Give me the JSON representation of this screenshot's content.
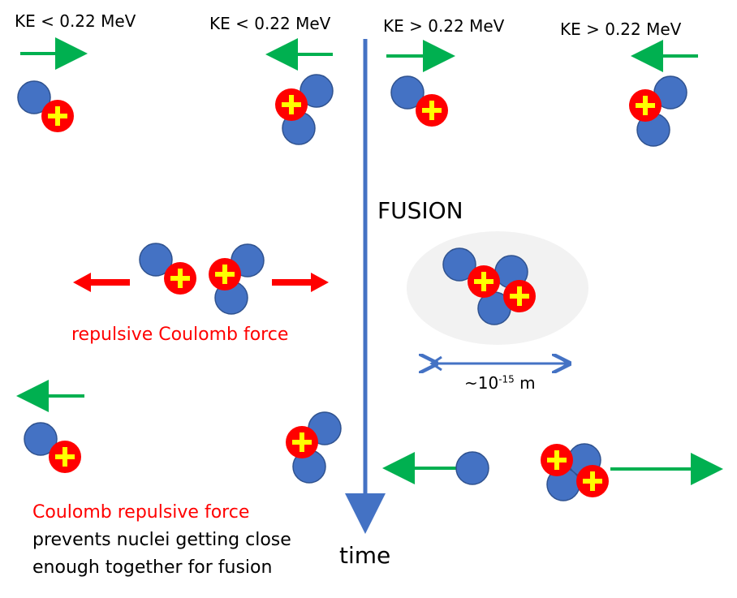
{
  "labels": {
    "ke_left_1": "KE < 0.22 MeV",
    "ke_left_2": "KE < 0.22 MeV",
    "ke_right_1": "KE > 0.22 MeV",
    "ke_right_2": "KE > 0.22 MeV",
    "fusion": "FUSION",
    "scale_prefix": "~10",
    "scale_exp": "-15",
    "scale_unit": " m",
    "repulsive": "repulsive Coulomb force",
    "caption_red": "Coulomb repulsive force",
    "caption_line2": "prevents nuclei getting close",
    "caption_line3": "enough together for fusion",
    "time": "time"
  },
  "colors": {
    "neutron": "#4472c4",
    "neutron_stroke": "#2f528f",
    "proton": "#ff0000",
    "plus": "#ffff00",
    "green_arrow": "#00b050",
    "red_arrow": "#ff0000",
    "time_axis": "#4472c4",
    "fusion_halo": "#f2f2f2"
  },
  "icons": {
    "neutron": "blue-circle",
    "proton": "red-circle-with-yellow-plus"
  }
}
